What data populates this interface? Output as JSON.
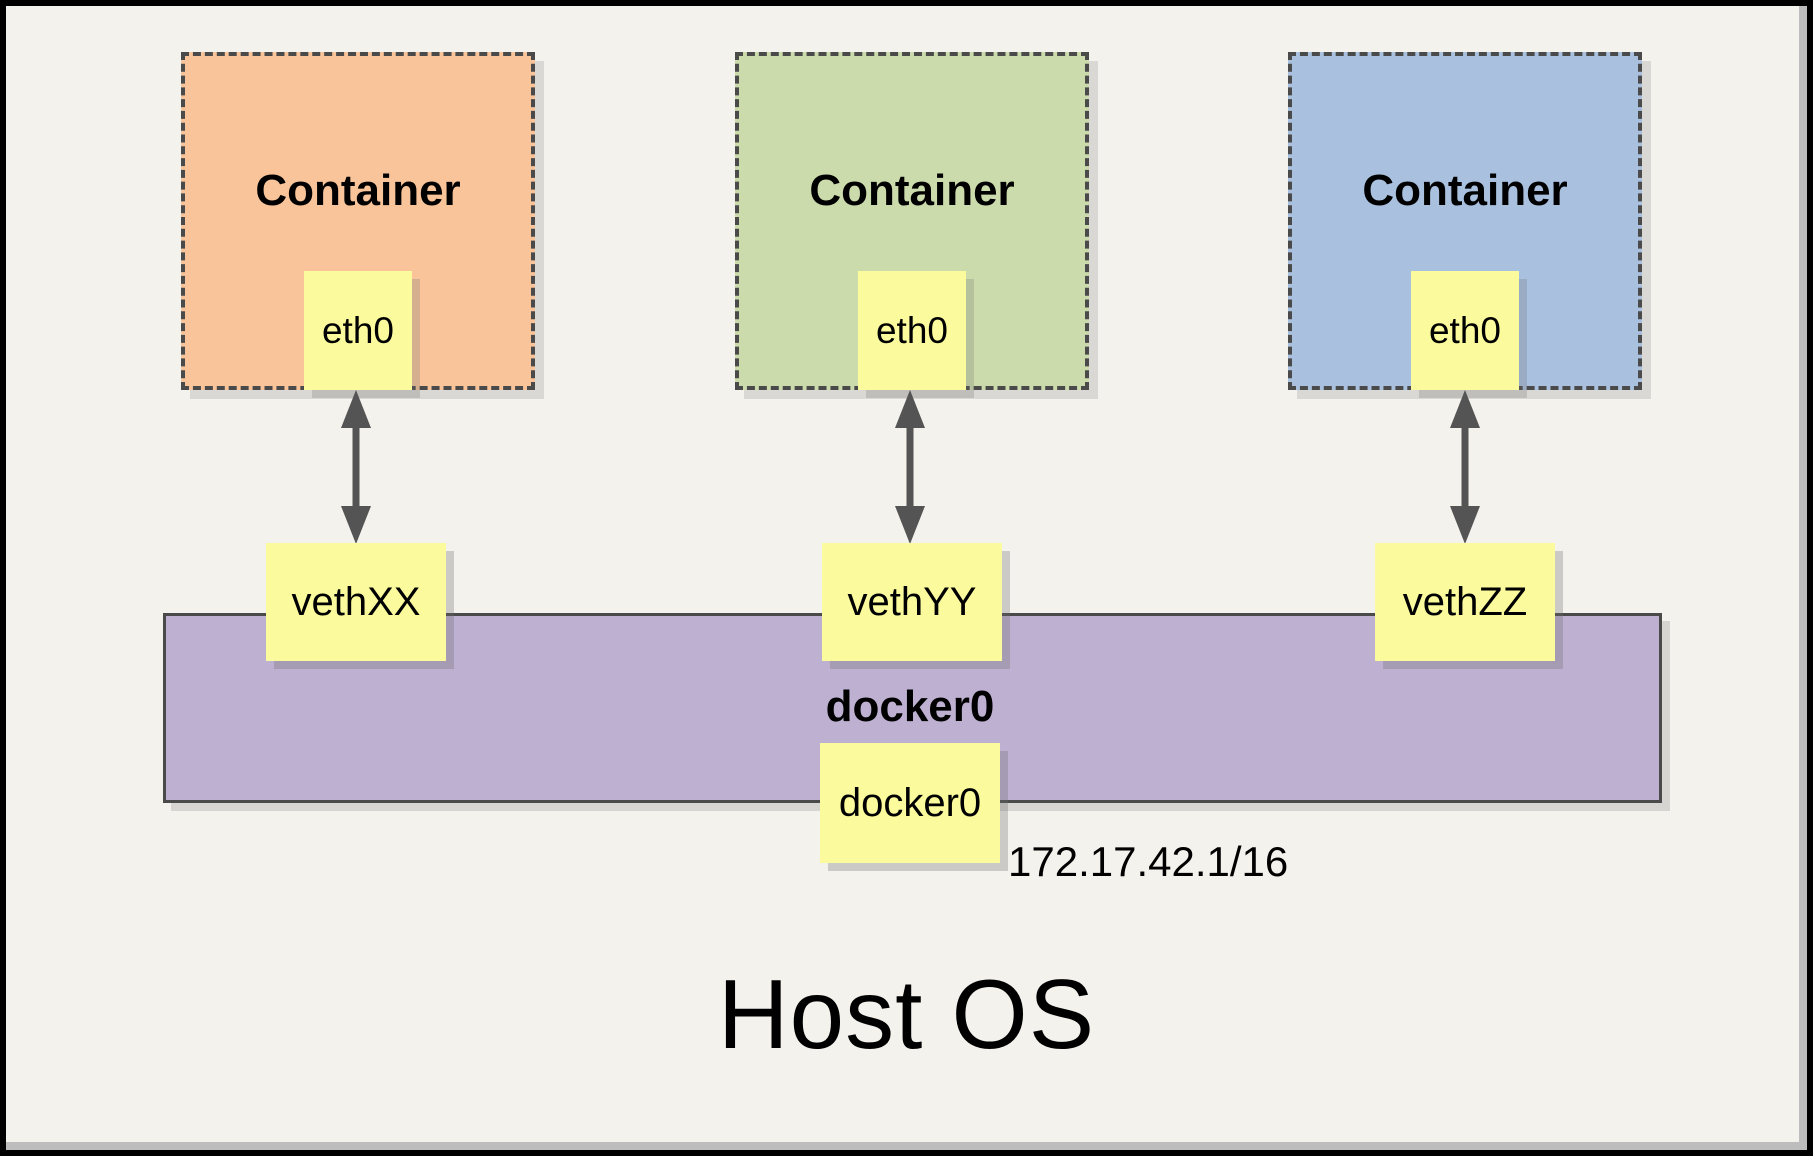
{
  "diagram": {
    "containers": [
      {
        "label": "Container",
        "interface": "eth0",
        "veth": "vethXX",
        "fill": "#F9C499"
      },
      {
        "label": "Container",
        "interface": "eth0",
        "veth": "vethYY",
        "fill": "#CCDBAB"
      },
      {
        "label": "Container",
        "interface": "eth0",
        "veth": "vethZZ",
        "fill": "#A9C1DF"
      }
    ],
    "bridge": {
      "label": "docker0",
      "interface": "docker0",
      "ip": "172.17.42.1/16",
      "fill": "#BDB0D1"
    },
    "host": {
      "label": "Host OS"
    },
    "colors": {
      "background": "#F4F2ED",
      "note_yellow": "#FBFA9D",
      "dashed_border": "#4A4A4A",
      "arrow": "#545454",
      "frame": "#000000"
    }
  }
}
